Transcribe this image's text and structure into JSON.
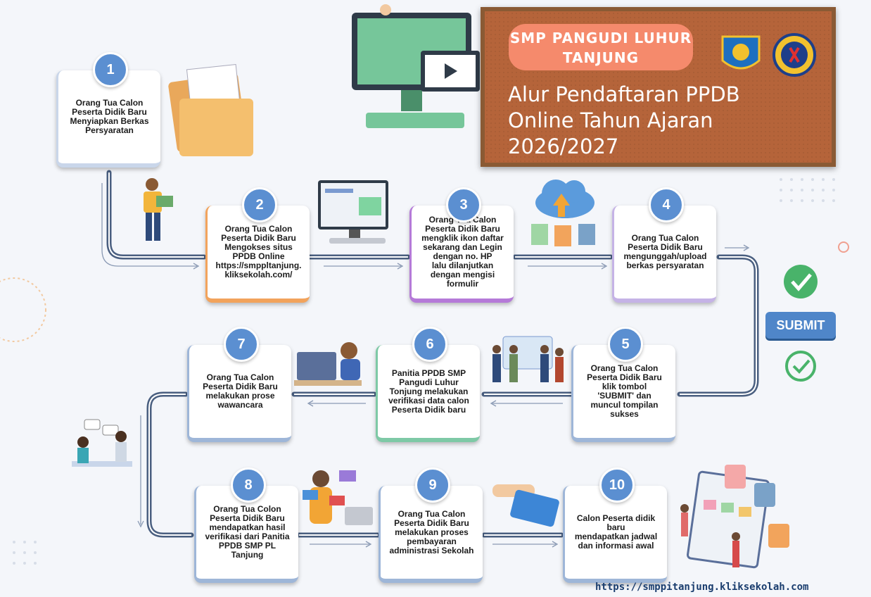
{
  "header": {
    "school_line1": "SMP PANGUDI LUHUR",
    "school_line2": "TANJUNG",
    "title_line1": "Alur Pendaftaran PPDB",
    "title_line2": "Online Tahun Ajaran",
    "title_line3": "2026/2027"
  },
  "submit_label": "SUBMIT",
  "footer_url": "https://smppitanjung.kliksekolah.com",
  "colors": {
    "badge": "#5b8fd1",
    "board": "#b5643a",
    "pill": "#f58a6c",
    "connector": "#4a5f80"
  },
  "steps": [
    {
      "num": "1",
      "text": "Orang Tua Calon\nPeserta Didik Baru\nMenyiapkan Berkas\nPersyaratan",
      "edge": "#c9d6ea",
      "icon": "folder-icon"
    },
    {
      "num": "2",
      "text": "Orang Tua Calon\nPeserta Didik Baru\nMengokses situs\nPPDB Online\nhttps://smppltanjung.\nkliksekolah.com/",
      "edge": "#f2a35c",
      "icon": "computer-icon"
    },
    {
      "num": "3",
      "text": "Orang Tua Calon\nPeserta Didik Baru\nmengklik ikon daftar\nsekarang dan Legin\ndengan no. HP\nlalu dilanjutkan\ndengan mengisi\nformulir",
      "edge": "#b57ad8",
      "icon": "cloud-upload-icon"
    },
    {
      "num": "4",
      "text": "Orang Tua Calon\nPeserta Didik Baru\nmengunggah/upload\nberkas persyaratan",
      "edge": "#c5b3e6",
      "icon": "upload-icon"
    },
    {
      "num": "5",
      "text": "Orang Tua Calon\nPeserta Didik Baru\nklik tombol\n'SUBMIT' dan\nmuncul tompilan\nsukses",
      "edge": "#9eb6d8",
      "icon": "submit-icon"
    },
    {
      "num": "6",
      "text": "Panitia PPDB SMP\nPangudi Luhur\nTonjung melakukan\nverifikasi data calon\nPeserta Didik baru",
      "edge": "#7ec9a6",
      "icon": "team-icon"
    },
    {
      "num": "7",
      "text": "Orang Tua Calon\nPeserta Didik Baru\nmelakukan prose\nwawancara",
      "edge": "#9eb6d8",
      "icon": "interview-icon"
    },
    {
      "num": "8",
      "text": "Orang Tua Colon\nPeserta Didik Baru\nmendapatkan hasil\nverifikasi dari Panitia\nPPDB SMP PL Tanjung",
      "edge": "#9eb6d8",
      "icon": "mail-icon"
    },
    {
      "num": "9",
      "text": "Orang Tua Calon\nPeserta Didik Baru\nmelakukan proses\npembayaran\nadministrasi Sekolah",
      "edge": "#9eb6d8",
      "icon": "payment-card-icon"
    },
    {
      "num": "10",
      "text": "Calon Peserta didik baru\nmendapatkan jadwal\ndan informasi awal",
      "edge": "#9eb6d8",
      "icon": "schedule-board-icon"
    }
  ]
}
